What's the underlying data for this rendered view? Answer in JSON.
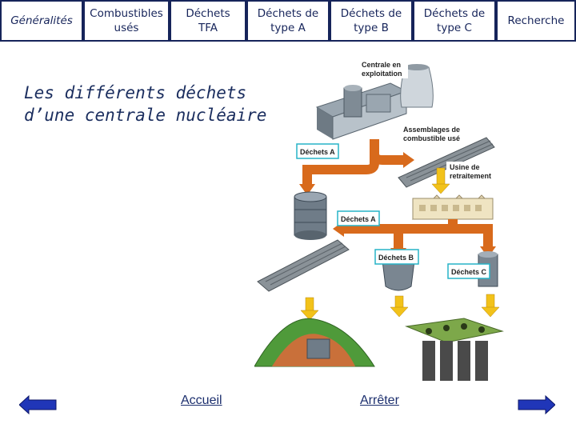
{
  "nav": {
    "items": [
      {
        "label": "Généralités"
      },
      {
        "label": "Combustibles\nusés"
      },
      {
        "label": "Déchets\nTFA"
      },
      {
        "label": "Déchets de\ntype A"
      },
      {
        "label": "Déchets de\ntype B"
      },
      {
        "label": "Déchets de\ntype C"
      },
      {
        "label": "Recherche"
      }
    ]
  },
  "title": {
    "line1": "Les différents déchets",
    "line2": "d’une centrale nucléaire"
  },
  "diagram": {
    "labels": {
      "plant": [
        "Centrale en",
        "exploitation"
      ],
      "fuel": [
        "Assemblages de",
        "combustible usé"
      ],
      "waste_a_left": "Déchets A",
      "reprocessing": [
        "Usine de",
        "retraitement"
      ],
      "waste_a_mid": "Déchets A",
      "waste_b": "Déchets B",
      "waste_c": "Déchets C"
    }
  },
  "footer": {
    "home": "Accueil",
    "stop": "Arrêter"
  },
  "colors": {
    "nav_border": "#16245a",
    "arrow_orange": "#d86a1c",
    "arrow_yellow": "#f2c21a",
    "nav_arrow_blue": "#2036b8",
    "label_box_border": "#27b3c7"
  }
}
